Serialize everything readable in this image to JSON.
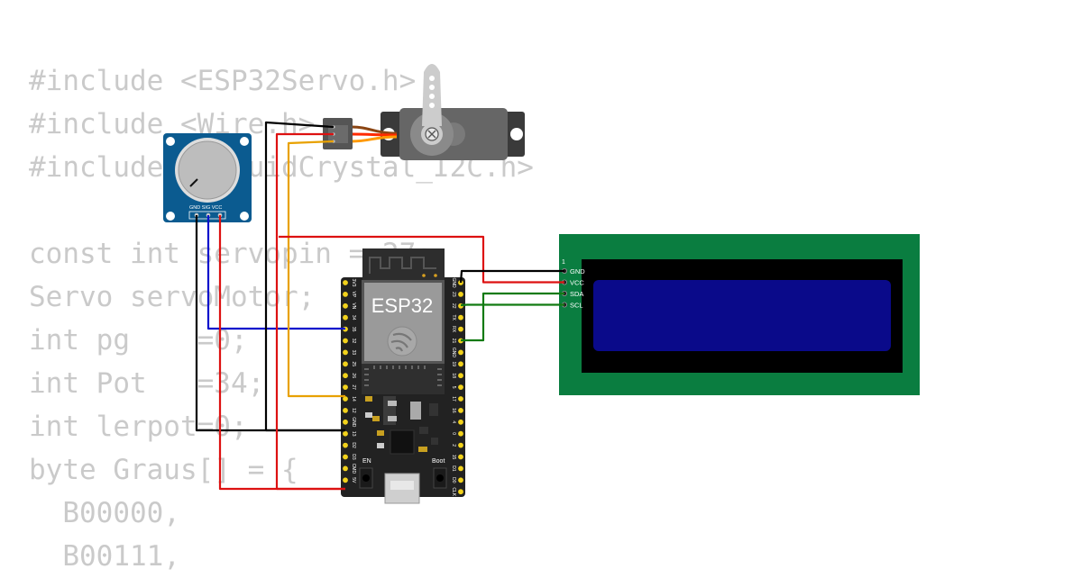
{
  "code_lines": [
    "#include <ESP32Servo.h>",
    "#include <Wire.h>",
    "#include <LiquidCrystal_I2C.h>",
    "",
    "const int servopin = 27;",
    "Servo servoMotor;",
    "int pg    =0;",
    "int Pot   =34;",
    "int lerpot=0;",
    "byte Graus[] = {",
    "  B00000,",
    "  B00111,"
  ],
  "esp32": {
    "label": "ESP32",
    "boot_label": "Boot",
    "en_label": "EN",
    "left_pins": [
      "3V3",
      "VP",
      "VN",
      "34",
      "35",
      "32",
      "33",
      "25",
      "26",
      "27",
      "14",
      "12",
      "GND",
      "13",
      "D2",
      "D3",
      "CMD",
      "5V"
    ],
    "right_pins": [
      "GND",
      "23",
      "22",
      "TX",
      "RX",
      "21",
      "GND",
      "19",
      "18",
      "5",
      "17",
      "16",
      "4",
      "0",
      "2",
      "15",
      "D1",
      "D0",
      "CLK"
    ]
  },
  "potentiometer": {
    "pin_labels": "GND SIG VCC"
  },
  "lcd": {
    "pin_number": "1",
    "pins": [
      "GND",
      "VCC",
      "SDA",
      "SCL"
    ]
  },
  "colors": {
    "wire_black": "#000000",
    "wire_red": "#dd1111",
    "wire_blue": "#0a11cc",
    "wire_orange": "#e8a100",
    "wire_green": "#117a11",
    "lcd_pcb": "#0a7d40",
    "lcd_screen": "#0a0a8a",
    "pot_pcb": "#0b5b90",
    "esp_board": "#222222"
  }
}
